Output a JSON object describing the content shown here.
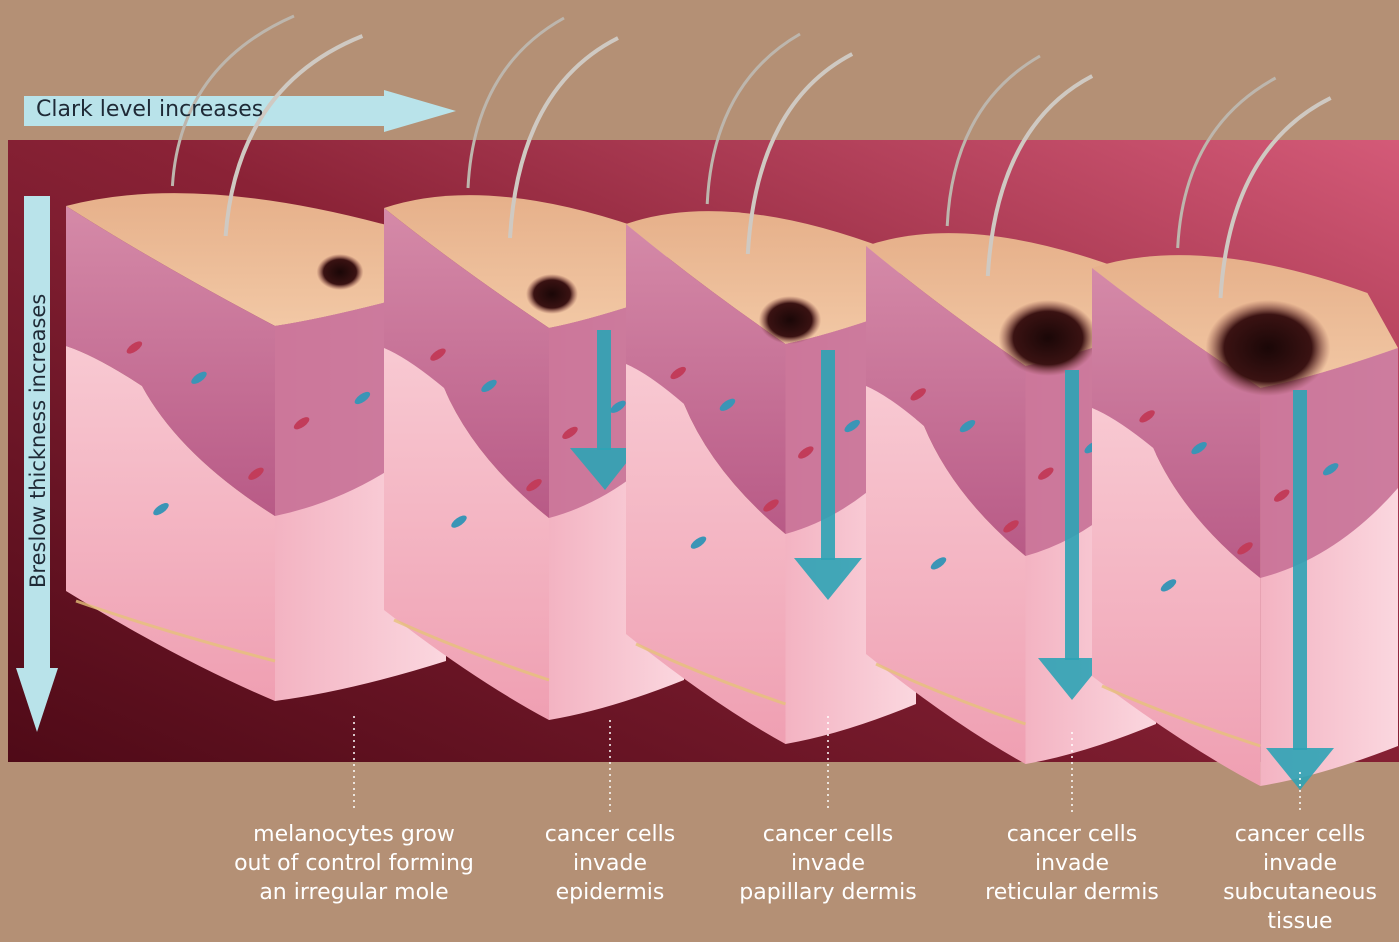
{
  "arrows": {
    "horizontal_label": "Clark level increases",
    "vertical_label": "Breslow thickness increases"
  },
  "stages": [
    {
      "caption": "melanocytes grow\nout of control forming\nan irregular mole"
    },
    {
      "caption": "cancer cells\ninvade\nepidermis"
    },
    {
      "caption": "cancer cells\ninvade\npapillary dermis"
    },
    {
      "caption": "cancer cells\ninvade\nreticular dermis"
    },
    {
      "caption": "cancer cells\ninvade\nsubcutaneous\ntissue"
    }
  ],
  "colors": {
    "page_background": "#b49075",
    "panel_dark": "#5e0f1c",
    "panel_light": "#c9566f",
    "arrow_fill": "#b9e3ea",
    "invasion_arrow": "#2ea3b5",
    "caption_text": "#ffffff"
  }
}
